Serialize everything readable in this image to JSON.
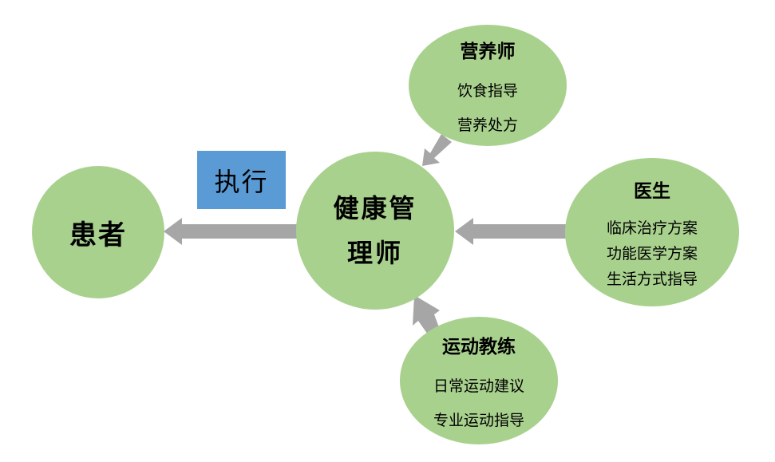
{
  "nodes": {
    "patient": {
      "title": "患者"
    },
    "manager": {
      "title_line1": "健康管",
      "title_line2": "理师"
    },
    "nutritionist": {
      "title": "营养师",
      "items": [
        "饮食指导",
        "营养处方"
      ]
    },
    "doctor": {
      "title": "医生",
      "items": [
        "临床治疗方案",
        "功能医学方案",
        "生活方式指导"
      ]
    },
    "coach": {
      "title": "运动教练",
      "items": [
        "日常运动建议",
        "专业运动指导"
      ]
    }
  },
  "execute_label": "执行",
  "colors": {
    "node_fill": "#a9d18e",
    "arrow": "#a6a6a6",
    "execute_box": "#5b9bd5"
  }
}
